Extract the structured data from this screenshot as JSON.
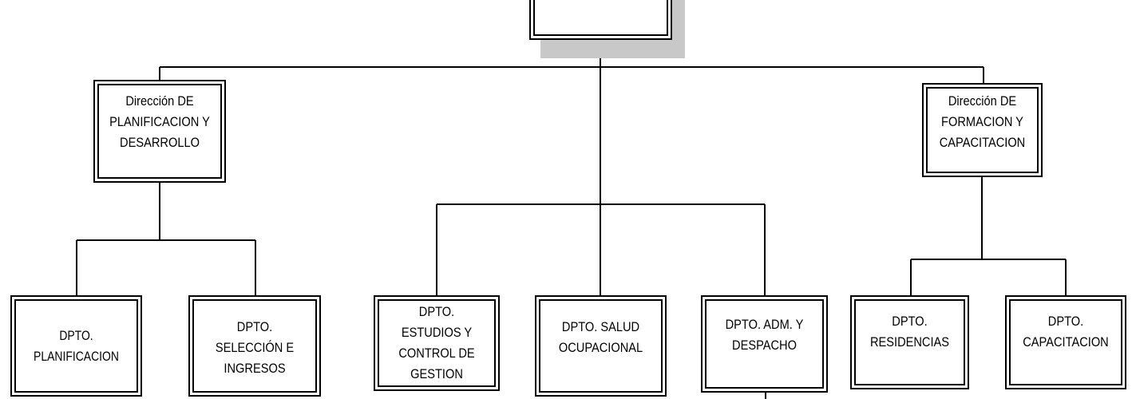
{
  "org_chart": {
    "top_box": {
      "label": ""
    },
    "directorates": [
      {
        "label": "Dirección DE\nPLANIFICACION Y\nDESARROLLO"
      },
      {
        "label": "Dirección DE\nFORMACION Y\nCAPACITACION"
      }
    ],
    "departments": [
      {
        "label": "DPTO. PLANIFICACION"
      },
      {
        "label": "DPTO. SELECCIÓN E\nINGRESOS"
      },
      {
        "label": "DPTO. ESTUDIOS Y\nCONTROL DE\nGESTION"
      },
      {
        "label": "DPTO. SALUD\nOCUPACIONAL"
      },
      {
        "label": "DPTO. ADM. Y\nDESPACHO"
      },
      {
        "label": "DPTO.\nRESIDENCIAS"
      },
      {
        "label": "DPTO.\nCAPACITACION"
      }
    ]
  }
}
